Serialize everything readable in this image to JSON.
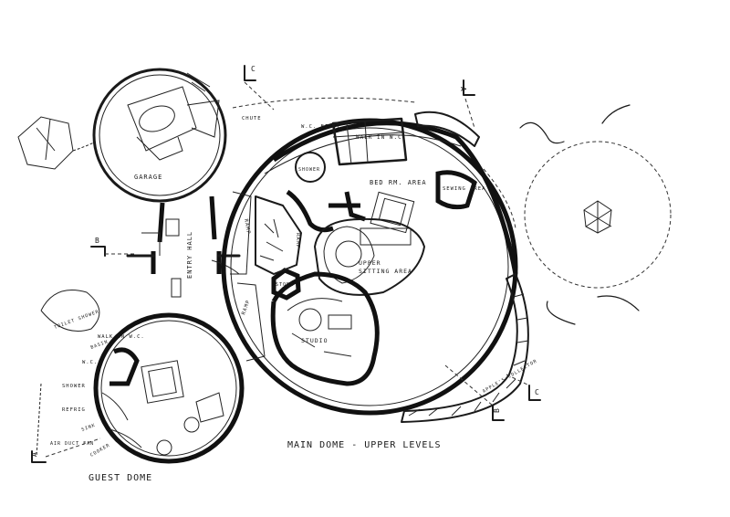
{
  "plan": {
    "title": "MAIN DOME - UPPER LEVELS",
    "guest_title": "GUEST DOME",
    "rooms": {
      "garage": "GARAGE",
      "entry_hall": "ENTRY HALL",
      "bed_rm_area": "BED RM. AREA",
      "sewing_area": "SEWING AREA",
      "walk_in_wc": "WALK IN W.C.",
      "wc_bidet": "W.C. BIDET",
      "chute": "CHUTE",
      "shower": "SHOWER",
      "upper_sitting_area_1": "UPPER",
      "upper_sitting_area_2": "SITTING AREA",
      "studio": "STUDIO",
      "store": "STORE",
      "ramp_1": "RAMP",
      "ramp_2": "RAMP",
      "ramp_3": "RAMP",
      "guest_walk_in_wc": "WALK IN W.C.",
      "guest_wc": "W.C.",
      "guest_shower": "SHOWER",
      "refrig": "REFRIG",
      "sink": "SINK",
      "air_duct_fan": "AIR DUCT FAN",
      "cooker": "COOKER",
      "basin": "BASIN",
      "toilet_shower": "TOILET SHOWER",
      "apple_collector": "APPLE'S COLLECTOR"
    },
    "section_markers": {
      "a_top": "A",
      "a_bottom": "A",
      "b_left": "B",
      "b_bottom": "B",
      "c_top": "C",
      "c_bottom": "C"
    }
  }
}
